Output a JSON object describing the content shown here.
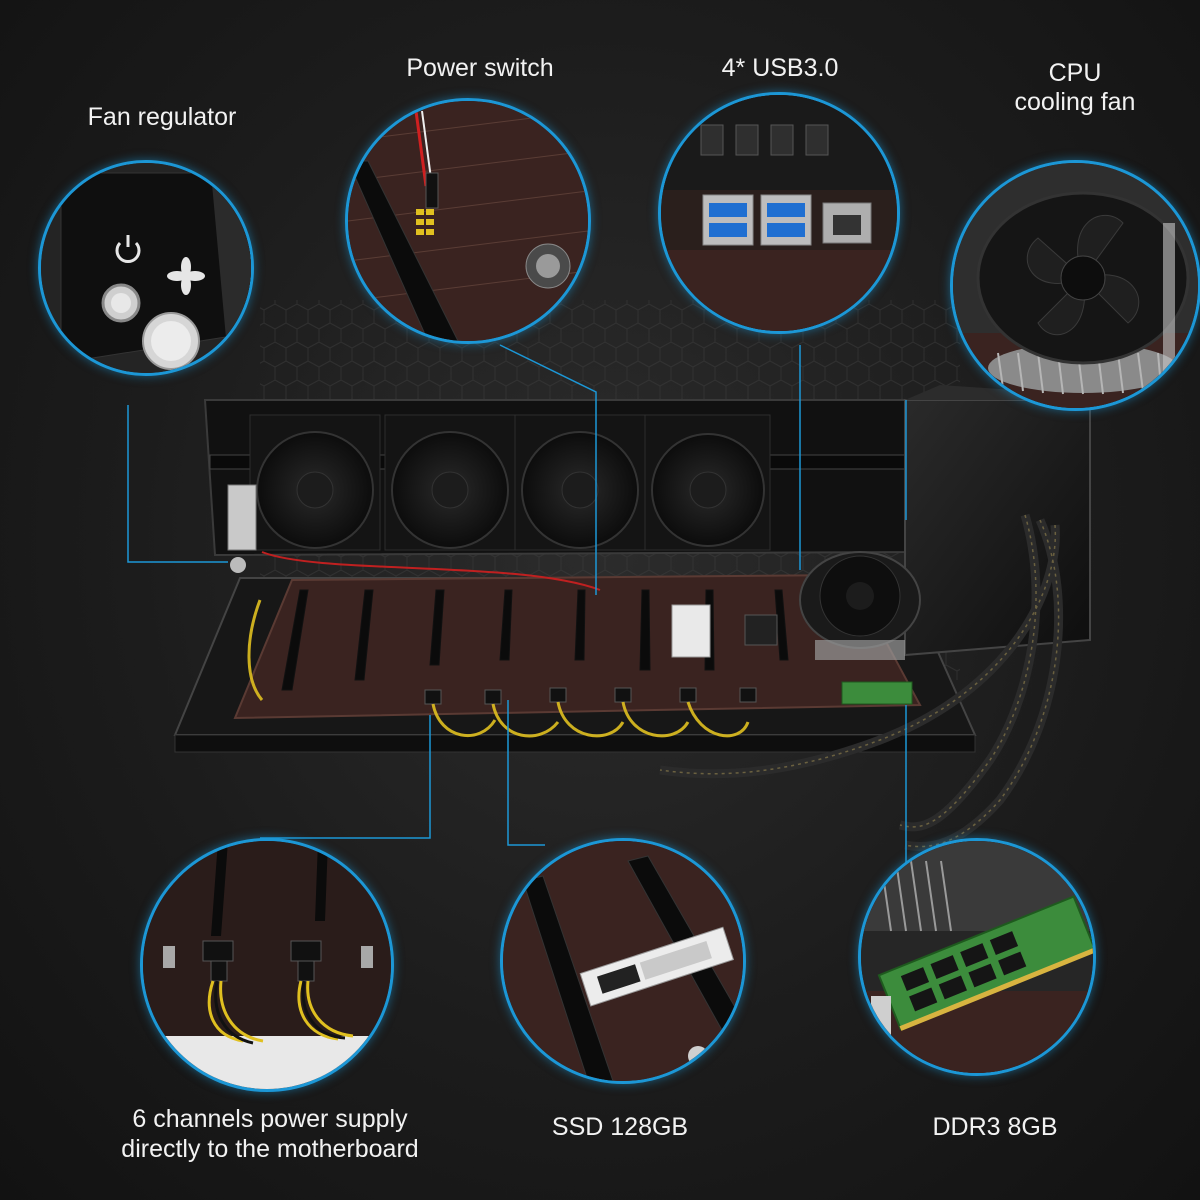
{
  "callouts": {
    "fan_regulator": "Fan regulator",
    "power_switch": "Power switch",
    "usb": "4* USB3.0",
    "cpu_fan": "CPU\ncooling fan",
    "power_supply": "6 channels power supply\ndirectly to the motherboard",
    "ssd": "SSD 128GB",
    "ddr3": "DDR3 8GB"
  },
  "colors": {
    "ring": "#1c97d6",
    "board": "#3a2320",
    "chassis": "#151515",
    "wire_yellow": "#e0c020",
    "ram_green": "#3c8c3c"
  }
}
